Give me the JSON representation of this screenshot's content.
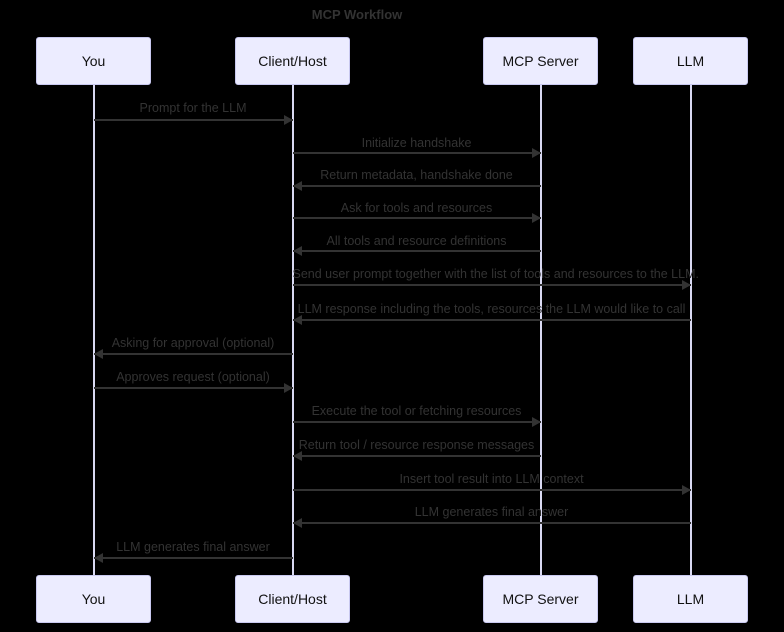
{
  "diagram": {
    "type": "sequence",
    "title": "MCP Workflow",
    "actors": [
      {
        "name": "You"
      },
      {
        "name": "Client/Host"
      },
      {
        "name": "MCP Server"
      },
      {
        "name": "LLM"
      }
    ],
    "messages": [
      {
        "from": "You",
        "to": "Client/Host",
        "direction": "right",
        "label": "Prompt for the LLM"
      },
      {
        "from": "Client/Host",
        "to": "MCP Server",
        "direction": "right",
        "label": "Initialize handshake"
      },
      {
        "from": "MCP Server",
        "to": "Client/Host",
        "direction": "left",
        "label": "Return metadata, handshake done"
      },
      {
        "from": "Client/Host",
        "to": "MCP Server",
        "direction": "right",
        "label": "Ask for tools and resources"
      },
      {
        "from": "MCP Server",
        "to": "Client/Host",
        "direction": "left",
        "label": "All tools and resource definitions"
      },
      {
        "from": "Client/Host",
        "to": "LLM",
        "direction": "right",
        "label": "Send user prompt together with the list of tools and resources to the LLM."
      },
      {
        "from": "LLM",
        "to": "Client/Host",
        "direction": "left",
        "label": "LLM response including the tools, resources the LLM would like to call"
      },
      {
        "from": "Client/Host",
        "to": "You",
        "direction": "left",
        "label": "Asking for approval (optional)"
      },
      {
        "from": "You",
        "to": "Client/Host",
        "direction": "right",
        "label": "Approves request (optional)"
      },
      {
        "from": "Client/Host",
        "to": "MCP Server",
        "direction": "right",
        "label": "Execute the tool or fetching resources"
      },
      {
        "from": "MCP Server",
        "to": "Client/Host",
        "direction": "left",
        "label": "Return tool / resource response messages"
      },
      {
        "from": "Client/Host",
        "to": "LLM",
        "direction": "right",
        "label": "Insert tool result into LLM context"
      },
      {
        "from": "LLM",
        "to": "Client/Host",
        "direction": "left",
        "label": "LLM generates final answer"
      },
      {
        "from": "Client/Host",
        "to": "You",
        "direction": "left",
        "label": "LLM generates final answer"
      }
    ],
    "colors": {
      "background": "#000000",
      "actor_fill": "#ECECFF",
      "actor_border": "#C9C9F0",
      "lifeline": "#D9D9F2",
      "message_line": "#333333",
      "message_text": "#333333",
      "title_text": "#333333"
    }
  }
}
